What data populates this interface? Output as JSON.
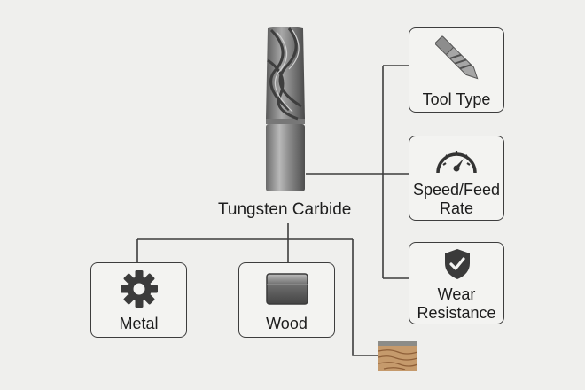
{
  "center": {
    "label": "Tungsten Carbide"
  },
  "right_boxes": [
    {
      "label": "Tool Type",
      "icon": "drill-bit-icon"
    },
    {
      "label": "Speed/Feed\nRate",
      "icon": "speedometer-icon"
    },
    {
      "label": "Wear\nResistance",
      "icon": "shield-check-icon"
    }
  ],
  "bottom_boxes": [
    {
      "label": "Metal",
      "icon": "gear-icon"
    },
    {
      "label": "Wood",
      "icon": "metal-block-icon"
    }
  ],
  "extra": {
    "icon": "wood-grain-icon"
  },
  "colors": {
    "line": "#3d3d3d",
    "box_fill": "#f3f3f1",
    "background": "#efefed"
  }
}
